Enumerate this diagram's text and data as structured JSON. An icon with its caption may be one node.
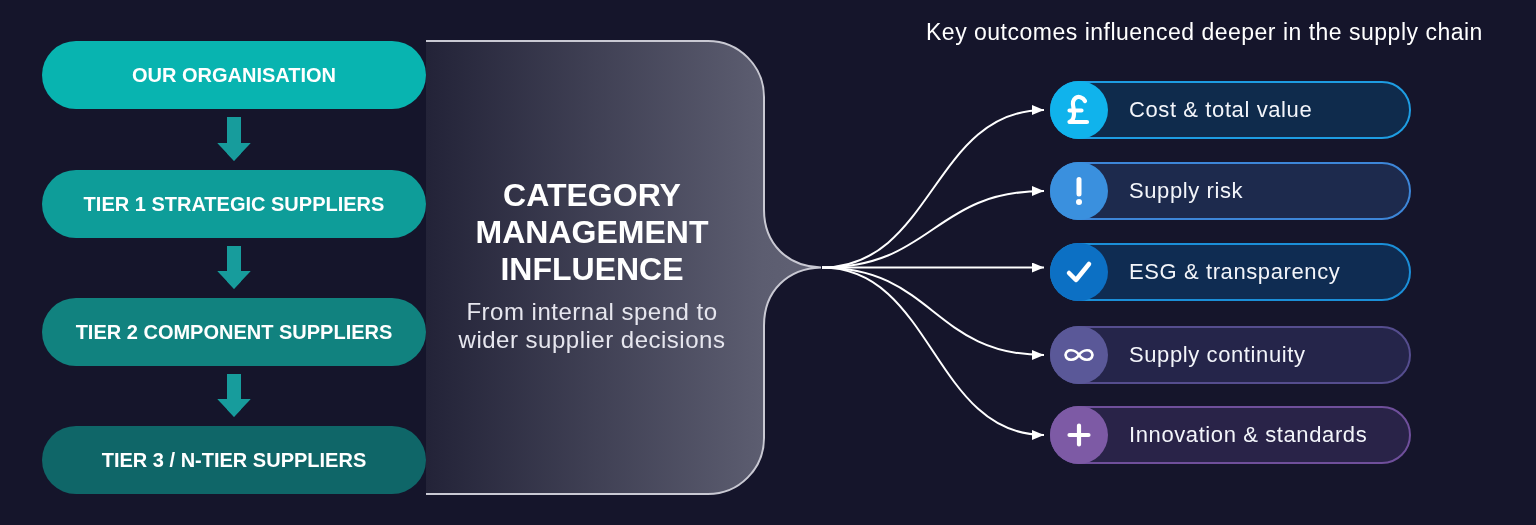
{
  "diagram": {
    "nodes": [
      {
        "text": [
          "OUR ORGANISATION"
        ]
      },
      {
        "text": [
          "TIER 1 STRATEGIC SUPPLIERS"
        ]
      },
      {
        "text": [
          "TIER 2 COMPONENT SUPPLIERS"
        ]
      },
      {
        "text": [
          "TIER 3 / N-TIER SUPPLIERS"
        ]
      },
      {
        "text": [
          "CATEGORY MANAGEMENT INFLUENCE",
          "From internal spend to wider supplier decisions"
        ]
      },
      {
        "text": [
          "Cost & total value"
        ]
      },
      {
        "text": [
          "Supply risk"
        ]
      },
      {
        "text": [
          "ESG & transparency"
        ]
      },
      {
        "text": [
          "Supply continuity"
        ]
      },
      {
        "text": [
          "Innovation & standards"
        ]
      }
    ],
    "edges": [
      {
        "from": 0,
        "to": 1,
        "arrow": "to",
        "style": "thick",
        "color": "#179c9c"
      },
      {
        "from": 1,
        "to": 2,
        "arrow": "to",
        "style": "thick",
        "color": "#179c9c"
      },
      {
        "from": 2,
        "to": 3,
        "arrow": "to",
        "style": "thick",
        "color": "#179c9c"
      },
      {
        "from": 4,
        "to": 5,
        "arrow": "to"
      },
      {
        "from": 4,
        "to": 6,
        "arrow": "to"
      },
      {
        "from": 4,
        "to": 7,
        "arrow": "to"
      },
      {
        "from": 4,
        "to": 8,
        "arrow": "to"
      },
      {
        "from": 4,
        "to": 9,
        "arrow": "to"
      }
    ],
    "labels": [
      "Key outcomes influenced deeper in the supply chain"
    ]
  }
}
